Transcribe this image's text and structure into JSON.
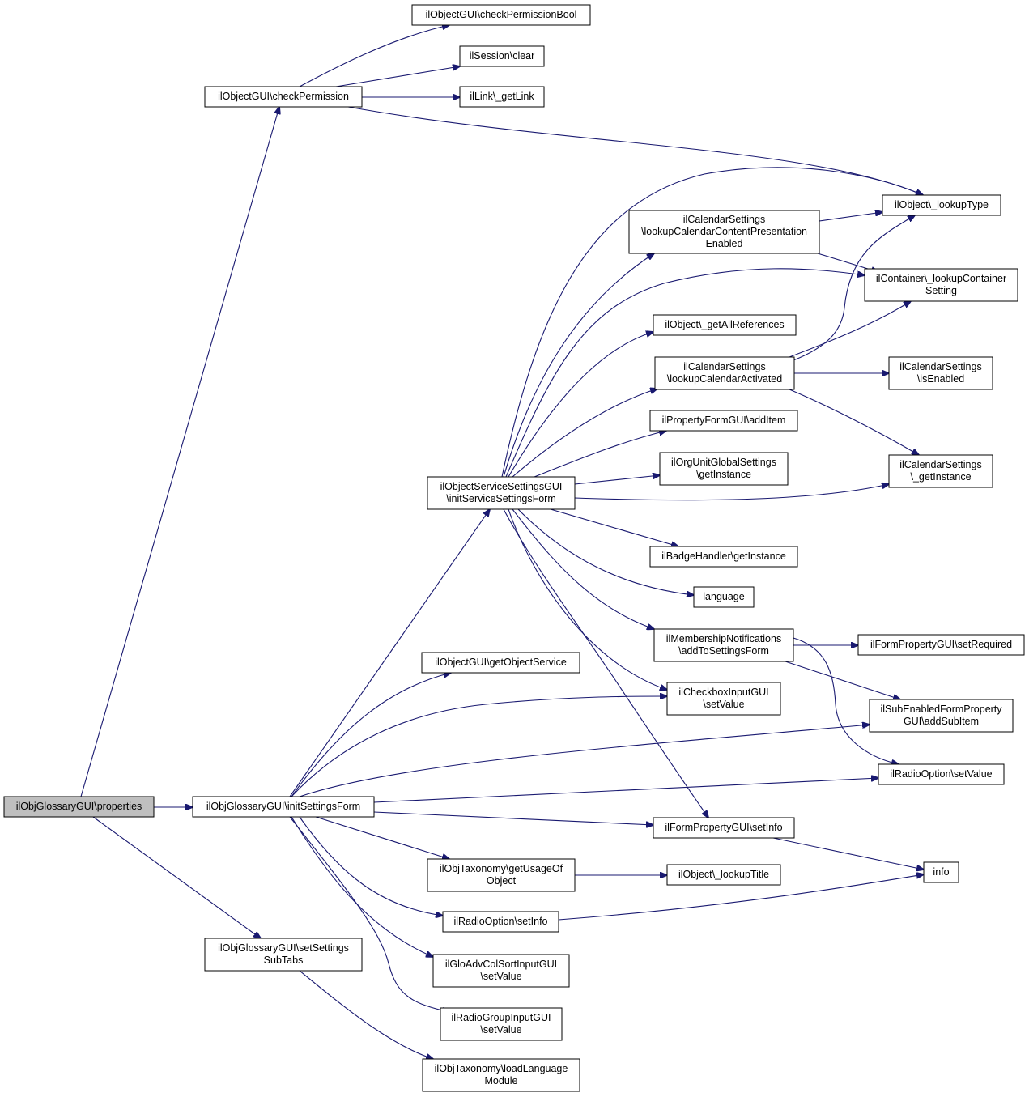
{
  "graph": {
    "nodes": [
      {
        "id": "root",
        "lines": [
          "ilObjGlossaryGUI\\properties"
        ]
      },
      {
        "id": "checkPermission",
        "lines": [
          "ilObjectGUI\\checkPermission"
        ]
      },
      {
        "id": "checkPermissionBool",
        "lines": [
          "ilObjectGUI\\checkPermissionBool"
        ]
      },
      {
        "id": "sessionClear",
        "lines": [
          "ilSession\\clear"
        ]
      },
      {
        "id": "getLink",
        "lines": [
          "ilLink\\_getLink"
        ]
      },
      {
        "id": "lookupType",
        "lines": [
          "ilObject\\_lookupType"
        ]
      },
      {
        "id": "lookupCalContentPres",
        "lines": [
          "ilCalendarSettings",
          "\\lookupCalendarContentPresentation",
          "Enabled"
        ]
      },
      {
        "id": "lookupContainerSetting",
        "lines": [
          "ilContainer\\_lookupContainer",
          "Setting"
        ]
      },
      {
        "id": "getAllReferences",
        "lines": [
          "ilObject\\_getAllReferences"
        ]
      },
      {
        "id": "lookupCalActivated",
        "lines": [
          "ilCalendarSettings",
          "\\lookupCalendarActivated"
        ]
      },
      {
        "id": "calIsEnabled",
        "lines": [
          "ilCalendarSettings",
          "\\isEnabled"
        ]
      },
      {
        "id": "addItem",
        "lines": [
          "ilPropertyFormGUI\\addItem"
        ]
      },
      {
        "id": "orgUnitGetInstance",
        "lines": [
          "ilOrgUnitGlobalSettings",
          "\\getInstance"
        ]
      },
      {
        "id": "calGetInstance",
        "lines": [
          "ilCalendarSettings",
          "\\_getInstance"
        ]
      },
      {
        "id": "initServiceSettingsForm",
        "lines": [
          "ilObjectServiceSettingsGUI",
          "\\initServiceSettingsForm"
        ]
      },
      {
        "id": "badgeGetInstance",
        "lines": [
          "ilBadgeHandler\\getInstance"
        ]
      },
      {
        "id": "language",
        "lines": [
          "language"
        ]
      },
      {
        "id": "addToSettingsForm",
        "lines": [
          "ilMembershipNotifications",
          "\\addToSettingsForm"
        ]
      },
      {
        "id": "setRequired",
        "lines": [
          "ilFormPropertyGUI\\setRequired"
        ]
      },
      {
        "id": "getObjectService",
        "lines": [
          "ilObjectGUI\\getObjectService"
        ]
      },
      {
        "id": "checkboxSetValue",
        "lines": [
          "ilCheckboxInputGUI",
          "\\setValue"
        ]
      },
      {
        "id": "addSubItem",
        "lines": [
          "ilSubEnabledFormProperty",
          "GUI\\addSubItem"
        ]
      },
      {
        "id": "initSettingsForm",
        "lines": [
          "ilObjGlossaryGUI\\initSettingsForm"
        ]
      },
      {
        "id": "radioOptionSetValue",
        "lines": [
          "ilRadioOption\\setValue"
        ]
      },
      {
        "id": "formPropSetInfo",
        "lines": [
          "ilFormPropertyGUI\\setInfo"
        ]
      },
      {
        "id": "getUsageOfObject",
        "lines": [
          "ilObjTaxonomy\\getUsageOf",
          "Object"
        ]
      },
      {
        "id": "lookupTitle",
        "lines": [
          "ilObject\\_lookupTitle"
        ]
      },
      {
        "id": "info",
        "lines": [
          "info"
        ]
      },
      {
        "id": "radioOptionSetInfo",
        "lines": [
          "ilRadioOption\\setInfo"
        ]
      },
      {
        "id": "setSettingsSubTabs",
        "lines": [
          "ilObjGlossaryGUI\\setSettings",
          "SubTabs"
        ]
      },
      {
        "id": "gloAdvColSort",
        "lines": [
          "ilGloAdvColSortInputGUI",
          "\\setValue"
        ]
      },
      {
        "id": "radioGroupSetValue",
        "lines": [
          "ilRadioGroupInputGUI",
          "\\setValue"
        ]
      },
      {
        "id": "loadLanguageModule",
        "lines": [
          "ilObjTaxonomy\\loadLanguage",
          "Module"
        ]
      }
    ],
    "edges": [
      {
        "from": "root",
        "to": "checkPermission"
      },
      {
        "from": "root",
        "to": "initSettingsForm"
      },
      {
        "from": "root",
        "to": "setSettingsSubTabs"
      },
      {
        "from": "checkPermission",
        "to": "checkPermissionBool"
      },
      {
        "from": "checkPermission",
        "to": "sessionClear"
      },
      {
        "from": "checkPermission",
        "to": "getLink"
      },
      {
        "from": "checkPermission",
        "to": "lookupType"
      },
      {
        "from": "initServiceSettingsForm",
        "to": "lookupType"
      },
      {
        "from": "initServiceSettingsForm",
        "to": "lookupCalContentPres"
      },
      {
        "from": "initServiceSettingsForm",
        "to": "lookupContainerSetting"
      },
      {
        "from": "initServiceSettingsForm",
        "to": "getAllReferences"
      },
      {
        "from": "initServiceSettingsForm",
        "to": "lookupCalActivated"
      },
      {
        "from": "initServiceSettingsForm",
        "to": "addItem"
      },
      {
        "from": "initServiceSettingsForm",
        "to": "orgUnitGetInstance"
      },
      {
        "from": "initServiceSettingsForm",
        "to": "calGetInstance"
      },
      {
        "from": "initServiceSettingsForm",
        "to": "badgeGetInstance"
      },
      {
        "from": "initServiceSettingsForm",
        "to": "language"
      },
      {
        "from": "initServiceSettingsForm",
        "to": "addToSettingsForm"
      },
      {
        "from": "initServiceSettingsForm",
        "to": "checkboxSetValue"
      },
      {
        "from": "initServiceSettingsForm",
        "to": "formPropSetInfo"
      },
      {
        "from": "lookupCalContentPres",
        "to": "lookupType"
      },
      {
        "from": "lookupCalContentPres",
        "to": "lookupContainerSetting"
      },
      {
        "from": "lookupCalActivated",
        "to": "lookupType"
      },
      {
        "from": "lookupCalActivated",
        "to": "lookupContainerSetting"
      },
      {
        "from": "lookupCalActivated",
        "to": "calIsEnabled"
      },
      {
        "from": "lookupCalActivated",
        "to": "calGetInstance"
      },
      {
        "from": "addToSettingsForm",
        "to": "setRequired"
      },
      {
        "from": "addToSettingsForm",
        "to": "addSubItem"
      },
      {
        "from": "addToSettingsForm",
        "to": "radioOptionSetValue"
      },
      {
        "from": "initSettingsForm",
        "to": "initServiceSettingsForm"
      },
      {
        "from": "initSettingsForm",
        "to": "getObjectService"
      },
      {
        "from": "initSettingsForm",
        "to": "checkboxSetValue"
      },
      {
        "from": "initSettingsForm",
        "to": "addSubItem"
      },
      {
        "from": "initSettingsForm",
        "to": "radioOptionSetValue"
      },
      {
        "from": "initSettingsForm",
        "to": "formPropSetInfo"
      },
      {
        "from": "initSettingsForm",
        "to": "getUsageOfObject"
      },
      {
        "from": "initSettingsForm",
        "to": "radioOptionSetInfo"
      },
      {
        "from": "initSettingsForm",
        "to": "gloAdvColSort"
      },
      {
        "from": "initSettingsForm",
        "to": "radioGroupSetValue"
      },
      {
        "from": "getUsageOfObject",
        "to": "lookupTitle"
      },
      {
        "from": "formPropSetInfo",
        "to": "info"
      },
      {
        "from": "radioOptionSetInfo",
        "to": "info"
      },
      {
        "from": "setSettingsSubTabs",
        "to": "loadLanguageModule"
      }
    ]
  },
  "colors": {
    "edge": "#191970",
    "root_fill": "#bfbfbf",
    "node_fill": "#ffffff",
    "node_border": "#000000"
  }
}
